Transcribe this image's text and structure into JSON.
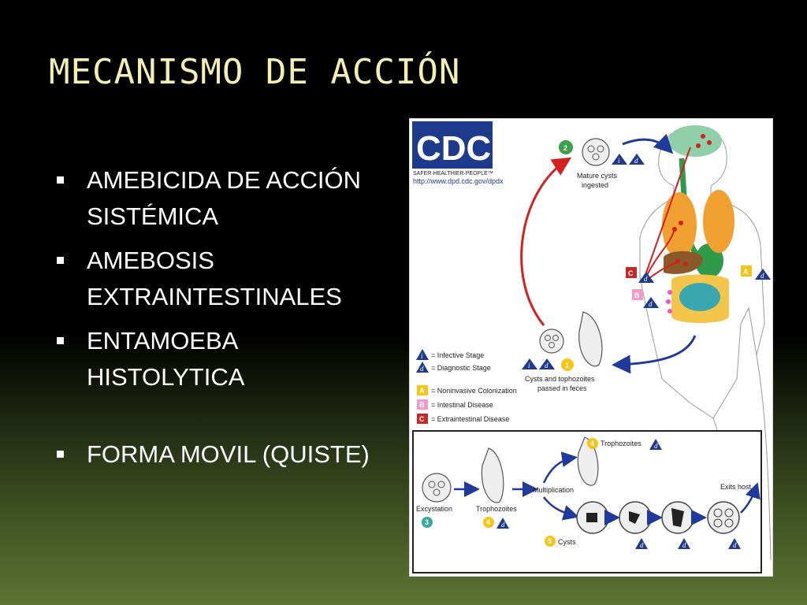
{
  "slide": {
    "title": "MECANISMO DE ACCIÓN",
    "bullets": [
      "AMEBICIDA DE ACCIÓN SISTÉMICA",
      "AMEBOSIS EXTRAINTESTINALES",
      "ENTAMOEBA HISTOLYTICA",
      "FORMA MOVIL (QUISTE)"
    ]
  },
  "figure": {
    "logo": "CDC",
    "tagline": "SAFER·HEALTHIER·PEOPLE™",
    "url": "http://www.dpd.cdc.gov/dpdx",
    "step_labels": {
      "mature_cysts_1": "Mature cysts",
      "mature_cysts_2": "ingested",
      "passed_1": "Cysts and tophozoites",
      "passed_2": "passed in feces",
      "trophozoites_top": "Trophozoites",
      "multiplication": "Multiplication",
      "exits_host": "Exits host",
      "excystation": "Excystation",
      "trophozoites_bottom": "Trophozoites",
      "cysts": "Cysts"
    },
    "step_numbers": [
      "1",
      "2",
      "3",
      "4",
      "4",
      "5"
    ],
    "badges": {
      "infective": "i",
      "diagnostic": "d",
      "a": "A",
      "b": "B",
      "c": "C"
    },
    "legend": [
      {
        "symbol": "i",
        "text": "= Infective Stage"
      },
      {
        "symbol": "d",
        "text": "= Diagnostic Stage"
      },
      {
        "symbol": "A",
        "text": "= Noninvasive Colonization"
      },
      {
        "symbol": "B",
        "text": "= Intestinal Disease"
      },
      {
        "symbol": "C",
        "text": "= Extraintestinal Disease"
      }
    ],
    "colors": {
      "cdc_blue": "#1e3a8a",
      "arrow_red": "#d32020",
      "arrow_blue": "#1f3a9a",
      "badge_yellow": "#f5c518",
      "badge_pink": "#f49ac8",
      "badge_red": "#c62828",
      "badge_teal": "#3aa6a0",
      "badge_green": "#3aa04a"
    }
  }
}
